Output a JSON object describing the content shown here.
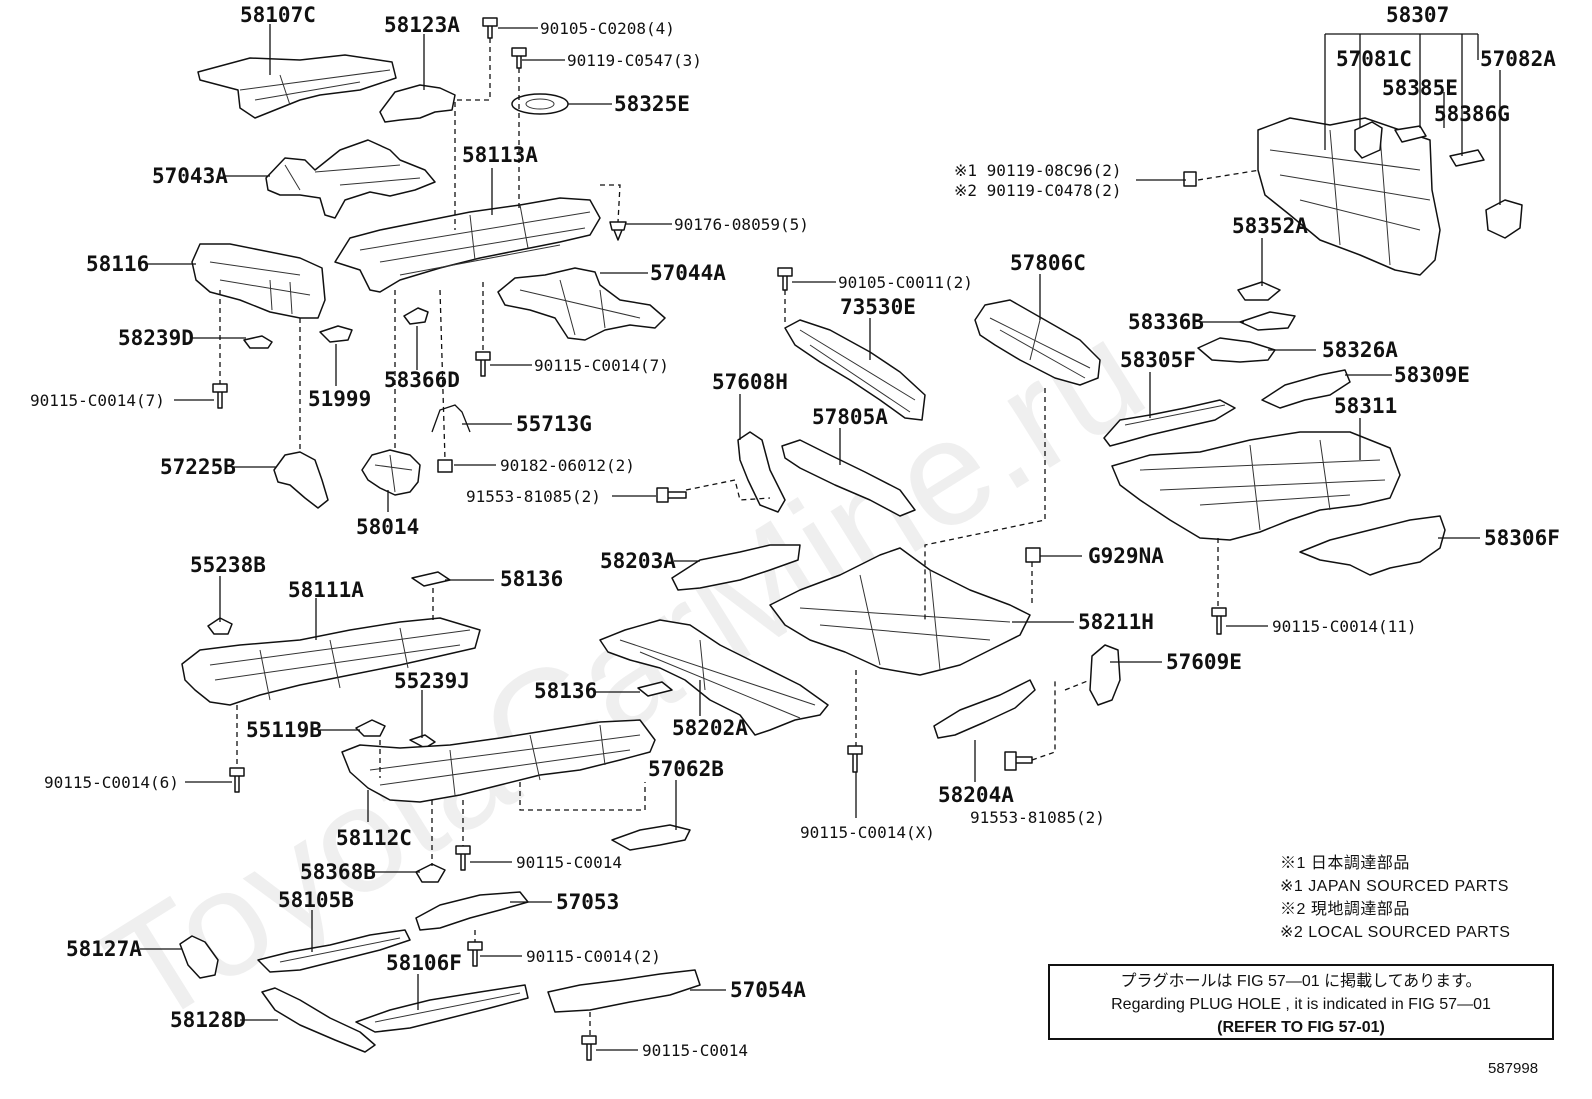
{
  "watermark": "ToyotaCarMine.ru",
  "labels": [
    {
      "id": "58107C",
      "text": "58107C"
    },
    {
      "id": "58123A",
      "text": "58123A"
    },
    {
      "id": "90105-C0208",
      "text": "90105-C0208(4)"
    },
    {
      "id": "90119-C0547",
      "text": "90119-C0547(3)"
    },
    {
      "id": "58325E",
      "text": "58325E"
    },
    {
      "id": "57043A",
      "text": "57043A"
    },
    {
      "id": "58113A",
      "text": "58113A"
    },
    {
      "id": "90176-08059",
      "text": "90176-08059(5)"
    },
    {
      "id": "58116",
      "text": "58116"
    },
    {
      "id": "57044A",
      "text": "57044A"
    },
    {
      "id": "58239D",
      "text": "58239D"
    },
    {
      "id": "90115-C0014-7a",
      "text": "90115-C0014(7)"
    },
    {
      "id": "90115-C0014-7b",
      "text": "90115-C0014(7)"
    },
    {
      "id": "51999",
      "text": "51999"
    },
    {
      "id": "58366D",
      "text": "58366D"
    },
    {
      "id": "55713G",
      "text": "55713G"
    },
    {
      "id": "90182-06012",
      "text": "90182-06012(2)"
    },
    {
      "id": "91553-81085-a",
      "text": "91553-81085(2)"
    },
    {
      "id": "57225B",
      "text": "57225B"
    },
    {
      "id": "58014",
      "text": "58014"
    },
    {
      "id": "58307",
      "text": "58307"
    },
    {
      "id": "57081C",
      "text": "57081C"
    },
    {
      "id": "57082A",
      "text": "57082A"
    },
    {
      "id": "58385E",
      "text": "58385E"
    },
    {
      "id": "58386G",
      "text": "58386G"
    },
    {
      "id": "90119-08C96",
      "text": "※1  90119-08C96(2)"
    },
    {
      "id": "90119-C0478",
      "text": "※2  90119-C0478(2)"
    },
    {
      "id": "58352A",
      "text": "58352A"
    },
    {
      "id": "90105-C0011",
      "text": "90105-C0011(2)"
    },
    {
      "id": "57806C",
      "text": "57806C"
    },
    {
      "id": "73530E",
      "text": "73530E"
    },
    {
      "id": "58336B",
      "text": "58336B"
    },
    {
      "id": "58326A",
      "text": "58326A"
    },
    {
      "id": "58305F",
      "text": "58305F"
    },
    {
      "id": "58309E",
      "text": "58309E"
    },
    {
      "id": "57608H",
      "text": "57608H"
    },
    {
      "id": "57805A",
      "text": "57805A"
    },
    {
      "id": "58311",
      "text": "58311"
    },
    {
      "id": "58306F",
      "text": "58306F"
    },
    {
      "id": "55238B",
      "text": "55238B"
    },
    {
      "id": "58136a",
      "text": "58136"
    },
    {
      "id": "58111A",
      "text": "58111A"
    },
    {
      "id": "58203A",
      "text": "58203A"
    },
    {
      "id": "G929NA",
      "text": "G929NA"
    },
    {
      "id": "58211H",
      "text": "58211H"
    },
    {
      "id": "90115-C0014-11",
      "text": "90115-C0014(11)"
    },
    {
      "id": "55239J",
      "text": "55239J"
    },
    {
      "id": "58136b",
      "text": "58136"
    },
    {
      "id": "57609E",
      "text": "57609E"
    },
    {
      "id": "55119B",
      "text": "55119B"
    },
    {
      "id": "58202A",
      "text": "58202A"
    },
    {
      "id": "90115-C0014-6",
      "text": "90115-C0014(6)"
    },
    {
      "id": "57062B",
      "text": "57062B"
    },
    {
      "id": "58204A",
      "text": "58204A"
    },
    {
      "id": "91553-81085-b",
      "text": "91553-81085(2)"
    },
    {
      "id": "58112C",
      "text": "58112C"
    },
    {
      "id": "90115-C0014-X",
      "text": "90115-C0014(X)"
    },
    {
      "id": "90115-C0014-a",
      "text": "90115-C0014"
    },
    {
      "id": "58368B",
      "text": "58368B"
    },
    {
      "id": "58105B",
      "text": "58105B"
    },
    {
      "id": "57053",
      "text": "57053"
    },
    {
      "id": "58127A",
      "text": "58127A"
    },
    {
      "id": "90115-C0014-2",
      "text": "90115-C0014(2)"
    },
    {
      "id": "58106F",
      "text": "58106F"
    },
    {
      "id": "57054A",
      "text": "57054A"
    },
    {
      "id": "58128D",
      "text": "58128D"
    },
    {
      "id": "90115-C0014-b",
      "text": "90115-C0014"
    }
  ],
  "notes": {
    "line1": "※1  日本調達部品",
    "line2": "※1  JAPAN SOURCED PARTS",
    "line3": "※2  現地調達部品",
    "line4": "※2  LOCAL SOURCED PARTS"
  },
  "notebox": {
    "line1": "プラグホールは FIG 57―01 に掲載してあります。",
    "line2": "Regarding  PLUG  HOLE , it is indicated in FIG  57―01",
    "line3": "(REFER  TO  FIG  57-01)"
  },
  "figure_number": "587998"
}
